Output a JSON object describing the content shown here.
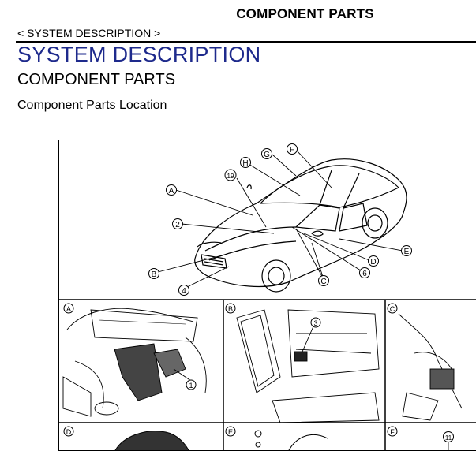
{
  "header": {
    "title": "COMPONENT PARTS"
  },
  "breadcrumb": "< SYSTEM DESCRIPTION >",
  "system_title": "SYSTEM DESCRIPTION",
  "section_title": "COMPONENT PARTS",
  "subsection_title": "Component Parts Location",
  "figure": {
    "callouts_letters": [
      "A",
      "B",
      "C",
      "D",
      "E",
      "F",
      "G",
      "H"
    ],
    "callouts_numbers": [
      "1",
      "2",
      "3",
      "4",
      "6",
      "11",
      "19"
    ],
    "panels": [
      {
        "letter": "A",
        "number": "1"
      },
      {
        "letter": "B",
        "number": "3"
      },
      {
        "letter": "C"
      },
      {
        "letter": "D"
      },
      {
        "letter": "E"
      },
      {
        "letter": "F",
        "number": "11"
      }
    ]
  }
}
